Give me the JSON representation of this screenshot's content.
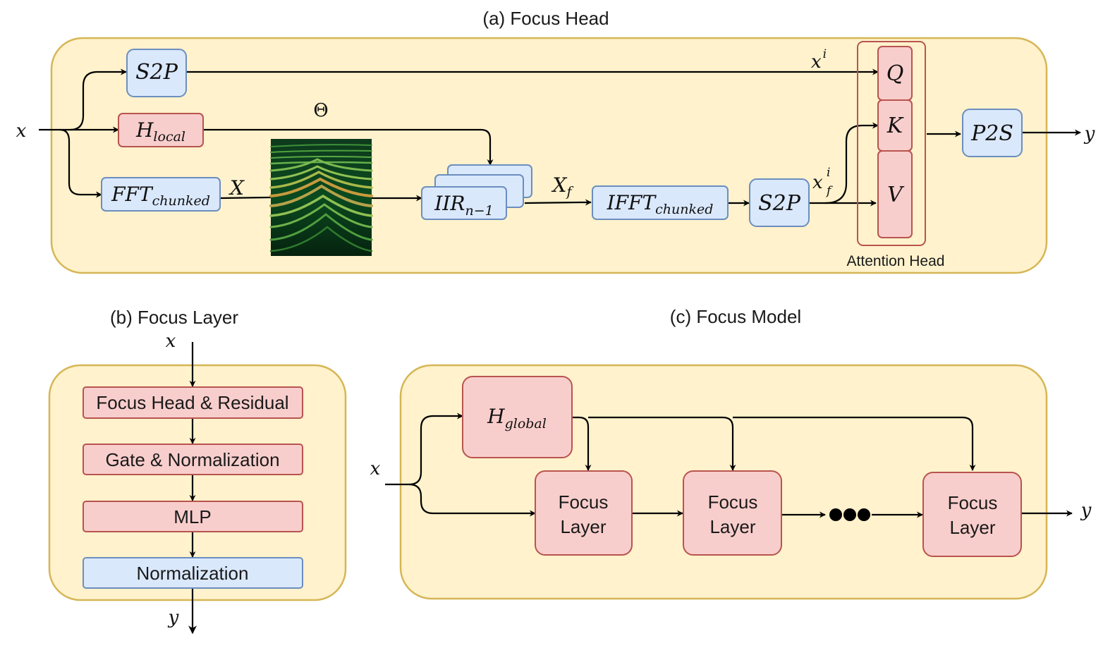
{
  "panels": {
    "a": {
      "title": "(a) Focus Head",
      "x_in": "x",
      "s2p_top": "S2P",
      "h_local": {
        "main": "H",
        "sub": "local"
      },
      "fft": {
        "main": "FFT",
        "sub": "chunked"
      },
      "X": "X",
      "theta": "Θ",
      "iir": {
        "main": "IIR",
        "sub": "n−1"
      },
      "xf": {
        "main": "X",
        "sub": "f"
      },
      "ifft": {
        "main": "IFFT",
        "sub": "chunked"
      },
      "s2p_bottom": "S2P",
      "xi": {
        "main": "x",
        "sup": "i"
      },
      "xfi": {
        "main": "x",
        "sup": "i",
        "sub": "f"
      },
      "q": "Q",
      "k": "K",
      "v": "V",
      "attention_label": "Attention Head",
      "p2s": "P2S",
      "y_out": "y"
    },
    "b": {
      "title": "(b) Focus Layer",
      "x_in": "x",
      "blocks": [
        "Focus Head & Residual",
        "Gate & Normalization",
        "MLP",
        "Normalization"
      ],
      "y_out": "y"
    },
    "c": {
      "title": "(c) Focus Model",
      "x_in": "x",
      "h_global": {
        "main": "H",
        "sub": "global"
      },
      "layers": [
        {
          "line1": "Focus",
          "line2": "Layer"
        },
        {
          "line1": "Focus",
          "line2": "Layer"
        },
        {
          "line1": "Focus",
          "line2": "Layer"
        }
      ],
      "y_out": "y"
    }
  },
  "colors": {
    "panel_fill": "#fff2cc",
    "panel_stroke": "#d6b656",
    "red_fill": "#f8cecc",
    "red_stroke": "#b85450",
    "blue_fill": "#dae8fc",
    "blue_stroke": "#6c8ebf"
  }
}
